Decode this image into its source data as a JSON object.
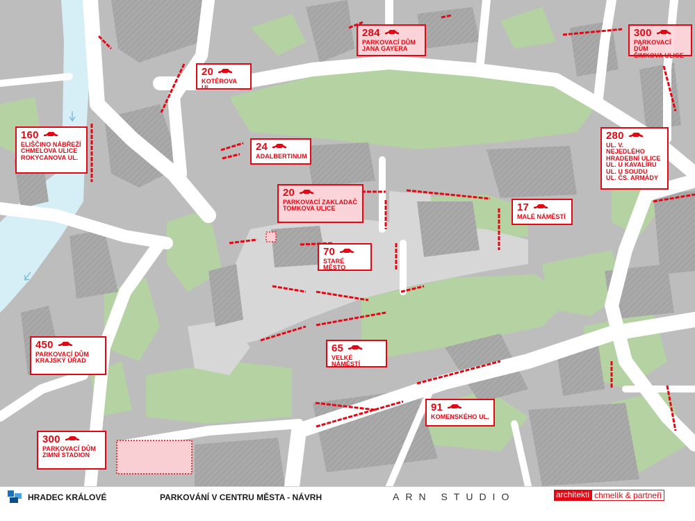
{
  "colors": {
    "road": "#ffffff",
    "square": "#d7d7d7",
    "block": "#a9a9a9",
    "green": "#b5d3a2",
    "water": "#d6eef5",
    "accent": "#e30613",
    "tint": "#f9cfd3"
  },
  "callouts": [
    {
      "id": "koterova",
      "count": "20",
      "lines": [
        "KOTĚROVA UL."
      ],
      "icon": "car-icon"
    },
    {
      "id": "gayer",
      "count": "284",
      "lines": [
        "PARKOVACÍ DŮM",
        "JANA GAYERA"
      ],
      "icon": "car-icon"
    },
    {
      "id": "simkova",
      "count": "300",
      "lines": [
        "PARKOVACÍ DŮM",
        "ŠIMKOVA ULICE"
      ],
      "icon": "car-icon"
    },
    {
      "id": "elisky",
      "count": "160",
      "lines": [
        "ELIŠČINO NÁBŘEŽÍ",
        "CHMELOVA ULICE",
        "ROKYCANOVA UL."
      ],
      "icon": "car-icon"
    },
    {
      "id": "adalbertinum",
      "count": "24",
      "lines": [
        "ADALBERTINUM"
      ],
      "icon": "car-icon"
    },
    {
      "id": "nejedleho",
      "count": "280",
      "lines": [
        "UL. V. NEJEDLÉHO",
        "HRADEBNÍ ULICE",
        "UL. U KAVALÍRU",
        "UL. U SOUDU",
        "UL. ČS. ARMÁDY"
      ],
      "icon": "car-icon"
    },
    {
      "id": "tomkova",
      "count": "20",
      "lines": [
        "PARKOVACÍ ZAKLADAČ",
        "TOMKOVA ULICE"
      ],
      "icon": "car-icon"
    },
    {
      "id": "male",
      "count": "17",
      "lines": [
        "MALÉ NÁMĚSTÍ"
      ],
      "icon": "car-icon"
    },
    {
      "id": "stare",
      "count": "70",
      "lines": [
        "STARÉ MĚSTO"
      ],
      "icon": "car-icon"
    },
    {
      "id": "krajsky",
      "count": "450",
      "lines": [
        "PARKOVACÍ DŮM",
        "KRAJSKÝ ÚŘAD"
      ],
      "icon": "car-icon"
    },
    {
      "id": "velke",
      "count": "65",
      "lines": [
        "VELKÉ NÁMĚSTÍ"
      ],
      "icon": "car-icon"
    },
    {
      "id": "komenskeho",
      "count": "91",
      "lines": [
        "KOMENSKÉHO UL."
      ],
      "icon": "car-icon"
    },
    {
      "id": "zimni",
      "count": "300",
      "lines": [
        "PARKOVACÍ DŮM",
        "ZIMNÍ STADION"
      ],
      "icon": "car-icon"
    }
  ],
  "footer": {
    "city": "HRADEC KRÁLOVÉ",
    "title": "PARKOVÁNÍ V CENTRU MĚSTA - NÁVRH",
    "studio": "ARN STUDIO",
    "logo_left": "architekti",
    "logo_right": "chmelík & partneři",
    "city_logo_icon": "hradec-kralove-logo-icon"
  }
}
